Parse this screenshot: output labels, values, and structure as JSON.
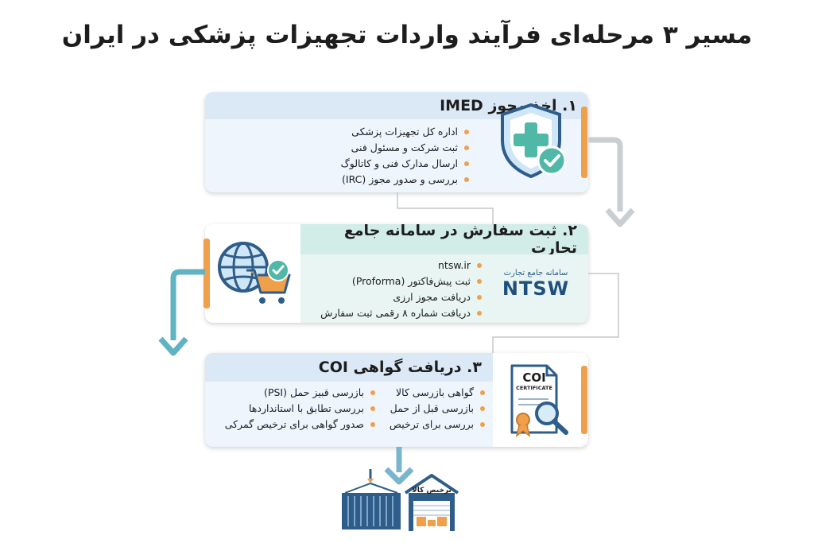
{
  "title": "مسیر ۳ مرحله‌ای فرآیند واردات تجهیزات پزشکی در ایران",
  "steps": [
    {
      "heading": "۱. اخذ مجوز IMED",
      "items": [
        "اداره کل تجهیزات پزشکی",
        "ثبت شرکت و مسئول فنی",
        "ارسال مدارک فنی و کاتالوگ",
        "بررسی و صدور مجوز (IRC)"
      ]
    },
    {
      "heading": "۲. ثبت سفارش در سامانه جامع تجارت",
      "items": [
        "ntsw.ir",
        "ثبت پیش‌فاکتور (Proforma)",
        "دریافت مجوز ارزی",
        "دریافت شماره ۸ رقمی ثبت سفارش"
      ],
      "logo_caption": "سامانه جامع تجارت",
      "logo_text": "NTSW"
    },
    {
      "heading": "۳. دریافت گواهی COI",
      "items_right": [
        "گواهی بازرسی کالا",
        "بازرسی قبل از حمل",
        "بررسی برای ترخیص"
      ],
      "items_left": [
        "بازرسی قبیز حمل (PSI)",
        "بررسی تطابق با استانداردها",
        "صدور گواهی برای ترخیص گمرکی"
      ],
      "certificate_title": "COI",
      "certificate_subtitle": "CERTIFICATE"
    }
  ],
  "warehouse_label": "ترخیص کالا",
  "colors": {
    "blue_header": "#dbe9f7",
    "teal_header": "#d2ede8",
    "blue_body": "#eef5fc",
    "teal_body": "#e8f5f2",
    "accent": "#f0a04b",
    "icon_blue": "#2e5d8a",
    "icon_teal": "#4fb8a6"
  }
}
